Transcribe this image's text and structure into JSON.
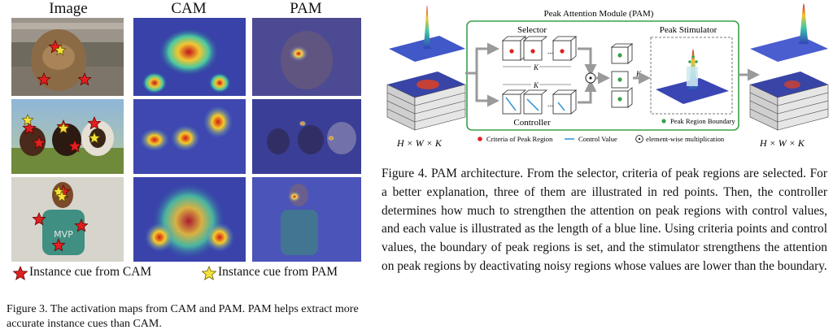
{
  "fig3": {
    "headers": [
      "Image",
      "CAM",
      "PAM"
    ],
    "legend": {
      "cam_label": "Instance cue from CAM",
      "pam_label": "Instance cue from PAM",
      "cam_color": "#e02020",
      "pam_color": "#f2e23a"
    },
    "caption": "Figure 3. The activation maps from CAM and PAM. PAM helps extract more accurate instance cues than CAM."
  },
  "fig4": {
    "module_title": "Peak Attention Module (PAM)",
    "selector_label": "Selector",
    "controller_label": "Controller",
    "stimulator_label": "Peak Stimulator",
    "k_symbol": "K",
    "shape_left": "H × W × K",
    "shape_right": "H × W × K",
    "legend": [
      {
        "label": "Criteria of Peak Region",
        "kind": "red-dot"
      },
      {
        "label": "Control Value",
        "kind": "blue-line"
      },
      {
        "label": "element-wise multiplication",
        "kind": "odot"
      },
      {
        "label": "Peak Region Boundary",
        "kind": "green-dot"
      }
    ],
    "caption": "Figure 4. PAM architecture. From the selector, criteria of peak regions are selected. For a better explanation, three of them are illustrated in red points. Then, the controller determines how much to strengthen the attention on peak regions with control values, and each value is illustrated as the length of a blue line. Using criteria points and control values, the boundary of peak regions is set, and the stimulator strengthens the attention on peak regions by deactivating noisy regions whose values are lower than the boundary.",
    "colors": {
      "green": "#3aa14a",
      "red": "#e02020",
      "blue": "#3a9ad9",
      "arrow": "#9a9a9a"
    }
  }
}
